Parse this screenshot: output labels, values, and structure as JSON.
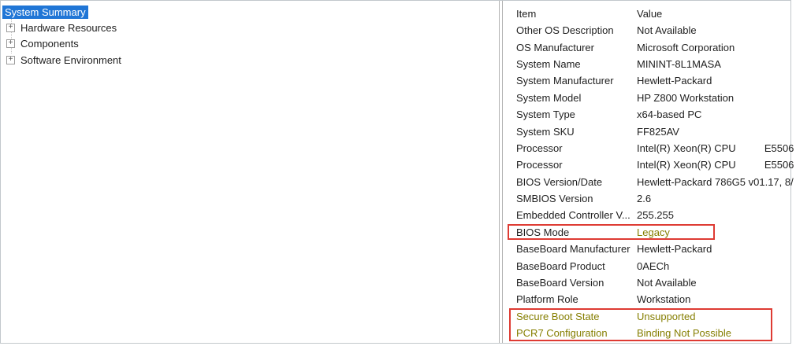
{
  "colors": {
    "selection_blue": "#2076d6",
    "selection_text": "#ffffff",
    "highlight_olive": "#857e00",
    "annotation_red": "#de3b33",
    "window_border": "#c2c8cc",
    "panel_border": "#b2b2b2",
    "text": "#1e1e1e"
  },
  "icons": {
    "expand_glyph": "+"
  },
  "tree": {
    "items": [
      {
        "label": "System Summary",
        "selected": true,
        "expandable": false
      },
      {
        "label": "Hardware Resources",
        "selected": false,
        "expandable": true
      },
      {
        "label": "Components",
        "selected": false,
        "expandable": true
      },
      {
        "label": "Software Environment",
        "selected": false,
        "expandable": true
      }
    ]
  },
  "details": {
    "columns": [
      "Item",
      "Value"
    ],
    "rows": [
      {
        "item": "Other OS Description",
        "value": "Not Available",
        "item_olive": false,
        "value_olive": false
      },
      {
        "item": "OS Manufacturer",
        "value": "Microsoft Corporation",
        "item_olive": false,
        "value_olive": false
      },
      {
        "item": "System Name",
        "value": "MININT-8L1MASA",
        "item_olive": false,
        "value_olive": false
      },
      {
        "item": "System Manufacturer",
        "value": "Hewlett-Packard",
        "item_olive": false,
        "value_olive": false
      },
      {
        "item": "System Model",
        "value": "HP Z800 Workstation",
        "item_olive": false,
        "value_olive": false
      },
      {
        "item": "System Type",
        "value": "x64-based PC",
        "item_olive": false,
        "value_olive": false
      },
      {
        "item": "System SKU",
        "value": "FF825AV",
        "item_olive": false,
        "value_olive": false
      },
      {
        "item": "Processor",
        "value": "Intel(R) Xeon(R) CPU          E5506",
        "item_olive": false,
        "value_olive": false
      },
      {
        "item": "Processor",
        "value": "Intel(R) Xeon(R) CPU          E5506",
        "item_olive": false,
        "value_olive": false
      },
      {
        "item": "BIOS Version/Date",
        "value": "Hewlett-Packard 786G5 v01.17, 8/",
        "item_olive": false,
        "value_olive": false
      },
      {
        "item": "SMBIOS Version",
        "value": "2.6",
        "item_olive": false,
        "value_olive": false
      },
      {
        "item": "Embedded Controller V...",
        "value": "255.255",
        "item_olive": false,
        "value_olive": false
      },
      {
        "item": "BIOS Mode",
        "value": "Legacy",
        "item_olive": false,
        "value_olive": true
      },
      {
        "item": "BaseBoard Manufacturer",
        "value": "Hewlett-Packard",
        "item_olive": false,
        "value_olive": false
      },
      {
        "item": "BaseBoard Product",
        "value": "0AECh",
        "item_olive": false,
        "value_olive": false
      },
      {
        "item": "BaseBoard Version",
        "value": "Not Available",
        "item_olive": false,
        "value_olive": false
      },
      {
        "item": "Platform Role",
        "value": "Workstation",
        "item_olive": false,
        "value_olive": false
      },
      {
        "item": "Secure Boot State",
        "value": "Unsupported",
        "item_olive": true,
        "value_olive": true
      },
      {
        "item": "PCR7 Configuration",
        "value": "Binding Not Possible",
        "item_olive": true,
        "value_olive": true
      }
    ]
  },
  "annotations": [
    {
      "name": "bios-mode-annotation-box",
      "color": "#de3b33"
    },
    {
      "name": "secure-boot-annotation-box",
      "color": "#de3b33"
    }
  ]
}
